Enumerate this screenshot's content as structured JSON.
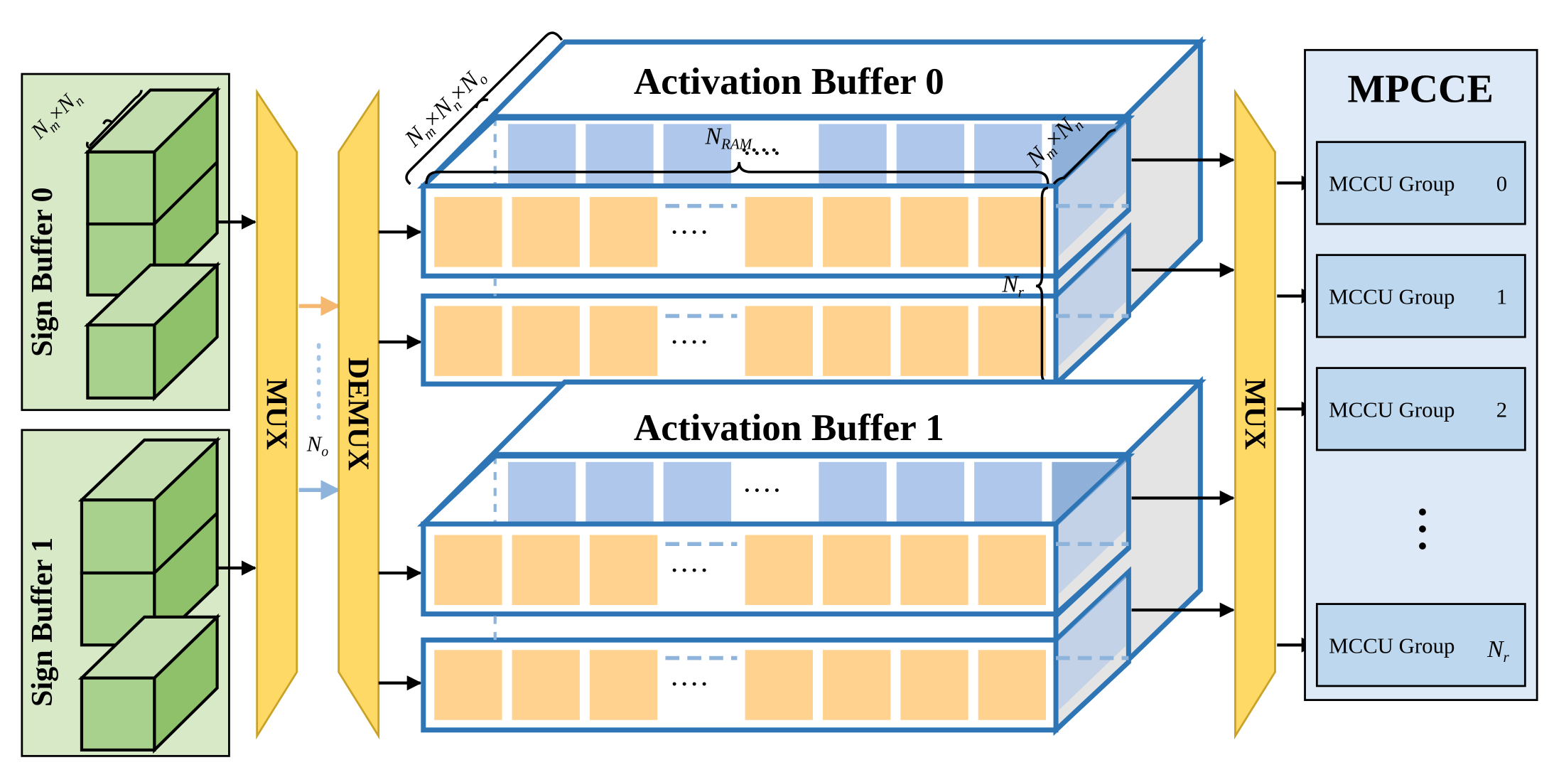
{
  "sign_buffers": [
    {
      "label": "Sign Buffer 0"
    },
    {
      "label": "Sign Buffer 1"
    }
  ],
  "sign_dim": {
    "a": "N",
    "a_sub": "m",
    "times": "×",
    "b": "N",
    "b_sub": "n"
  },
  "mux_left": {
    "label": "MUX"
  },
  "demux": {
    "label": "DEMUX"
  },
  "no_label": {
    "main": "N",
    "sub": "o"
  },
  "act_buffers": [
    {
      "title": "Activation Buffer 0"
    },
    {
      "title": "Activation Buffer 1"
    }
  ],
  "depth_label": {
    "a": "N",
    "a_sub": "m",
    "t1": "×",
    "b": "N",
    "b_sub": "n",
    "t2": "×",
    "c": "N",
    "c_sub": "o"
  },
  "nram_label": {
    "main": "N",
    "sub": "RAM"
  },
  "nr_label": {
    "main": "N",
    "sub": "r"
  },
  "ellipsis": "····",
  "mux_right": {
    "label": "MUX"
  },
  "mpcce": {
    "title": "MPCCE",
    "groups": [
      {
        "label": "MCCU Group",
        "index": "0"
      },
      {
        "label": "MCCU Group",
        "index": "1"
      },
      {
        "label": "MCCU Group",
        "index": "2"
      }
    ],
    "last_group": {
      "label": "MCCU Group",
      "index": "N",
      "index_sub": "r"
    }
  },
  "colors": {
    "green_border": "#000000",
    "green_light": "#d8e9c8",
    "green_face": "#a9d18e",
    "green_side": "#8ec16a",
    "mux_yellow": "#ffd966",
    "mux_border": "#c9a227",
    "blue_line": "#2e75b6",
    "orange_cell": "#ffd28f",
    "blue_cell": "#aec7ea",
    "grey_side": "#e4e4e4",
    "mpcce_bg": "#dde9f6",
    "mccu_bg": "#bdd7ee"
  }
}
